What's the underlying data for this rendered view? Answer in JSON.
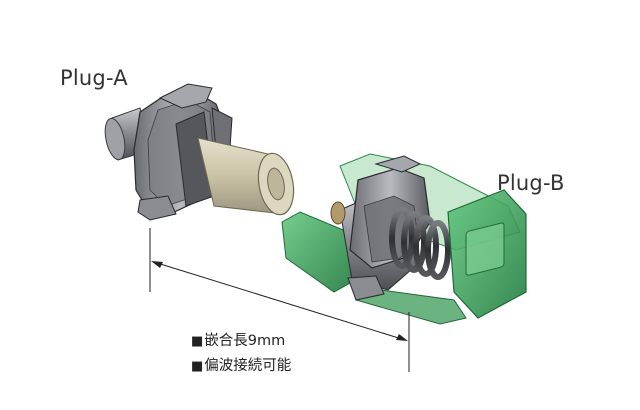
{
  "labels": {
    "plug_a": "Plug-A",
    "plug_b": "Plug-B"
  },
  "features": [
    {
      "bullet": "■",
      "text": "嵌合長9mm"
    },
    {
      "bullet": "■",
      "text": "偏波接続可能"
    }
  ],
  "colors": {
    "metal_dark": "#5e6066",
    "metal_mid": "#8f9197",
    "metal_light": "#c6c8cc",
    "ceramic": "#d4cdb4",
    "housing_green": "#3aa25a",
    "outline": "#2a2a2a"
  }
}
